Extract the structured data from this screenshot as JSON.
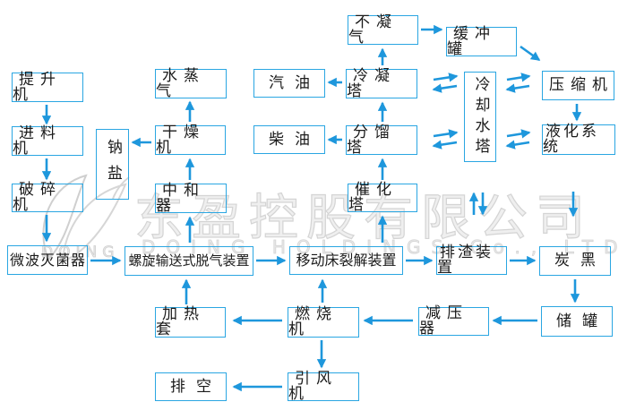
{
  "watermark": {
    "cn": "东盈控股有限公司",
    "en": "DOING HOLDINGS Co., LTD",
    "logo_text": "DOING",
    "logo_icon": "doing-leaf-swirl-logo"
  },
  "colors": {
    "box_border": "#2aa6e2",
    "arrow": "#1e97dc",
    "text": "#1b1b1b",
    "watermark": "#d4d4d4"
  },
  "nodes": {
    "hoist": {
      "label": "提升机"
    },
    "feeder": {
      "label": "进料机"
    },
    "crusher": {
      "label": "破碎机"
    },
    "microwave_sterilizer": {
      "label": "微波灭菌器"
    },
    "sodium_salt": {
      "label": "钠盐"
    },
    "steam": {
      "label": "水蒸气"
    },
    "dryer": {
      "label": "干燥机"
    },
    "neutralizer": {
      "label": "中和器"
    },
    "screw_degasser": {
      "label": "螺旋输送式脱气装置"
    },
    "gasoline": {
      "label": "汽油"
    },
    "diesel": {
      "label": "柴油"
    },
    "non_condensable_gas": {
      "label": "不凝气"
    },
    "buffer_tank": {
      "label": "缓冲罐"
    },
    "condensing_tower": {
      "label": "冷凝塔"
    },
    "fractionating_tower": {
      "label": "分馏塔"
    },
    "catalytic_tower": {
      "label": "催化塔"
    },
    "moving_bed_pyrolyzer": {
      "label": "移动床裂解装置"
    },
    "cooling_water_tower": {
      "label": "冷却水塔"
    },
    "compressor": {
      "label": "压缩机"
    },
    "liquefaction_system": {
      "label": "液化系统"
    },
    "slag_discharger": {
      "label": "排渣装置"
    },
    "carbon_black": {
      "label": "炭黑"
    },
    "storage_tank": {
      "label": "储罐"
    },
    "pressure_reducer": {
      "label": "减压器"
    },
    "heating_jacket": {
      "label": "加热套"
    },
    "burner": {
      "label": "燃烧机"
    },
    "induced_draft_fan": {
      "label": "引风机"
    },
    "vent": {
      "label": "排空"
    }
  },
  "edges": [
    {
      "from": "hoist",
      "to": "feeder",
      "type": "one-way"
    },
    {
      "from": "feeder",
      "to": "crusher",
      "type": "one-way"
    },
    {
      "from": "crusher",
      "to": "microwave_sterilizer",
      "type": "one-way"
    },
    {
      "from": "microwave_sterilizer",
      "to": "screw_degasser",
      "type": "one-way"
    },
    {
      "from": "dryer",
      "to": "sodium_salt",
      "type": "one-way"
    },
    {
      "from": "dryer",
      "to": "steam",
      "type": "one-way"
    },
    {
      "from": "neutralizer",
      "to": "dryer",
      "type": "one-way"
    },
    {
      "from": "screw_degasser",
      "to": "neutralizer",
      "type": "one-way"
    },
    {
      "from": "screw_degasser",
      "to": "moving_bed_pyrolyzer",
      "type": "one-way"
    },
    {
      "from": "condensing_tower",
      "to": "gasoline",
      "type": "one-way"
    },
    {
      "from": "fractionating_tower",
      "to": "diesel",
      "type": "one-way"
    },
    {
      "from": "condensing_tower",
      "to": "non_condensable_gas",
      "type": "one-way"
    },
    {
      "from": "non_condensable_gas",
      "to": "buffer_tank",
      "type": "one-way"
    },
    {
      "from": "buffer_tank",
      "to": "compressor",
      "type": "one-way"
    },
    {
      "from": "fractionating_tower",
      "to": "condensing_tower",
      "type": "one-way"
    },
    {
      "from": "catalytic_tower",
      "to": "fractionating_tower",
      "type": "one-way"
    },
    {
      "from": "moving_bed_pyrolyzer",
      "to": "catalytic_tower",
      "type": "one-way"
    },
    {
      "from": "condensing_tower",
      "to": "cooling_water_tower",
      "type": "two-way"
    },
    {
      "from": "cooling_water_tower",
      "to": "compressor",
      "type": "two-way"
    },
    {
      "from": "fractionating_tower",
      "to": "cooling_water_tower",
      "type": "two-way"
    },
    {
      "from": "cooling_water_tower",
      "to": "liquefaction_system",
      "type": "two-way"
    },
    {
      "from": "cooling_water_tower",
      "to": "slag_discharger",
      "type": "two-way"
    },
    {
      "from": "compressor",
      "to": "liquefaction_system",
      "type": "one-way"
    },
    {
      "from": "liquefaction_system",
      "to": "carbon_black",
      "type": "one-way"
    },
    {
      "from": "moving_bed_pyrolyzer",
      "to": "slag_discharger",
      "type": "one-way"
    },
    {
      "from": "slag_discharger",
      "to": "carbon_black",
      "type": "one-way"
    },
    {
      "from": "carbon_black",
      "to": "storage_tank",
      "type": "one-way"
    },
    {
      "from": "storage_tank",
      "to": "pressure_reducer",
      "type": "one-way"
    },
    {
      "from": "pressure_reducer",
      "to": "burner",
      "type": "one-way"
    },
    {
      "from": "burner",
      "to": "heating_jacket",
      "type": "one-way"
    },
    {
      "from": "heating_jacket",
      "to": "screw_degasser",
      "type": "one-way"
    },
    {
      "from": "burner",
      "to": "moving_bed_pyrolyzer",
      "type": "one-way"
    },
    {
      "from": "burner",
      "to": "induced_draft_fan",
      "type": "one-way"
    },
    {
      "from": "induced_draft_fan",
      "to": "vent",
      "type": "one-way"
    }
  ]
}
